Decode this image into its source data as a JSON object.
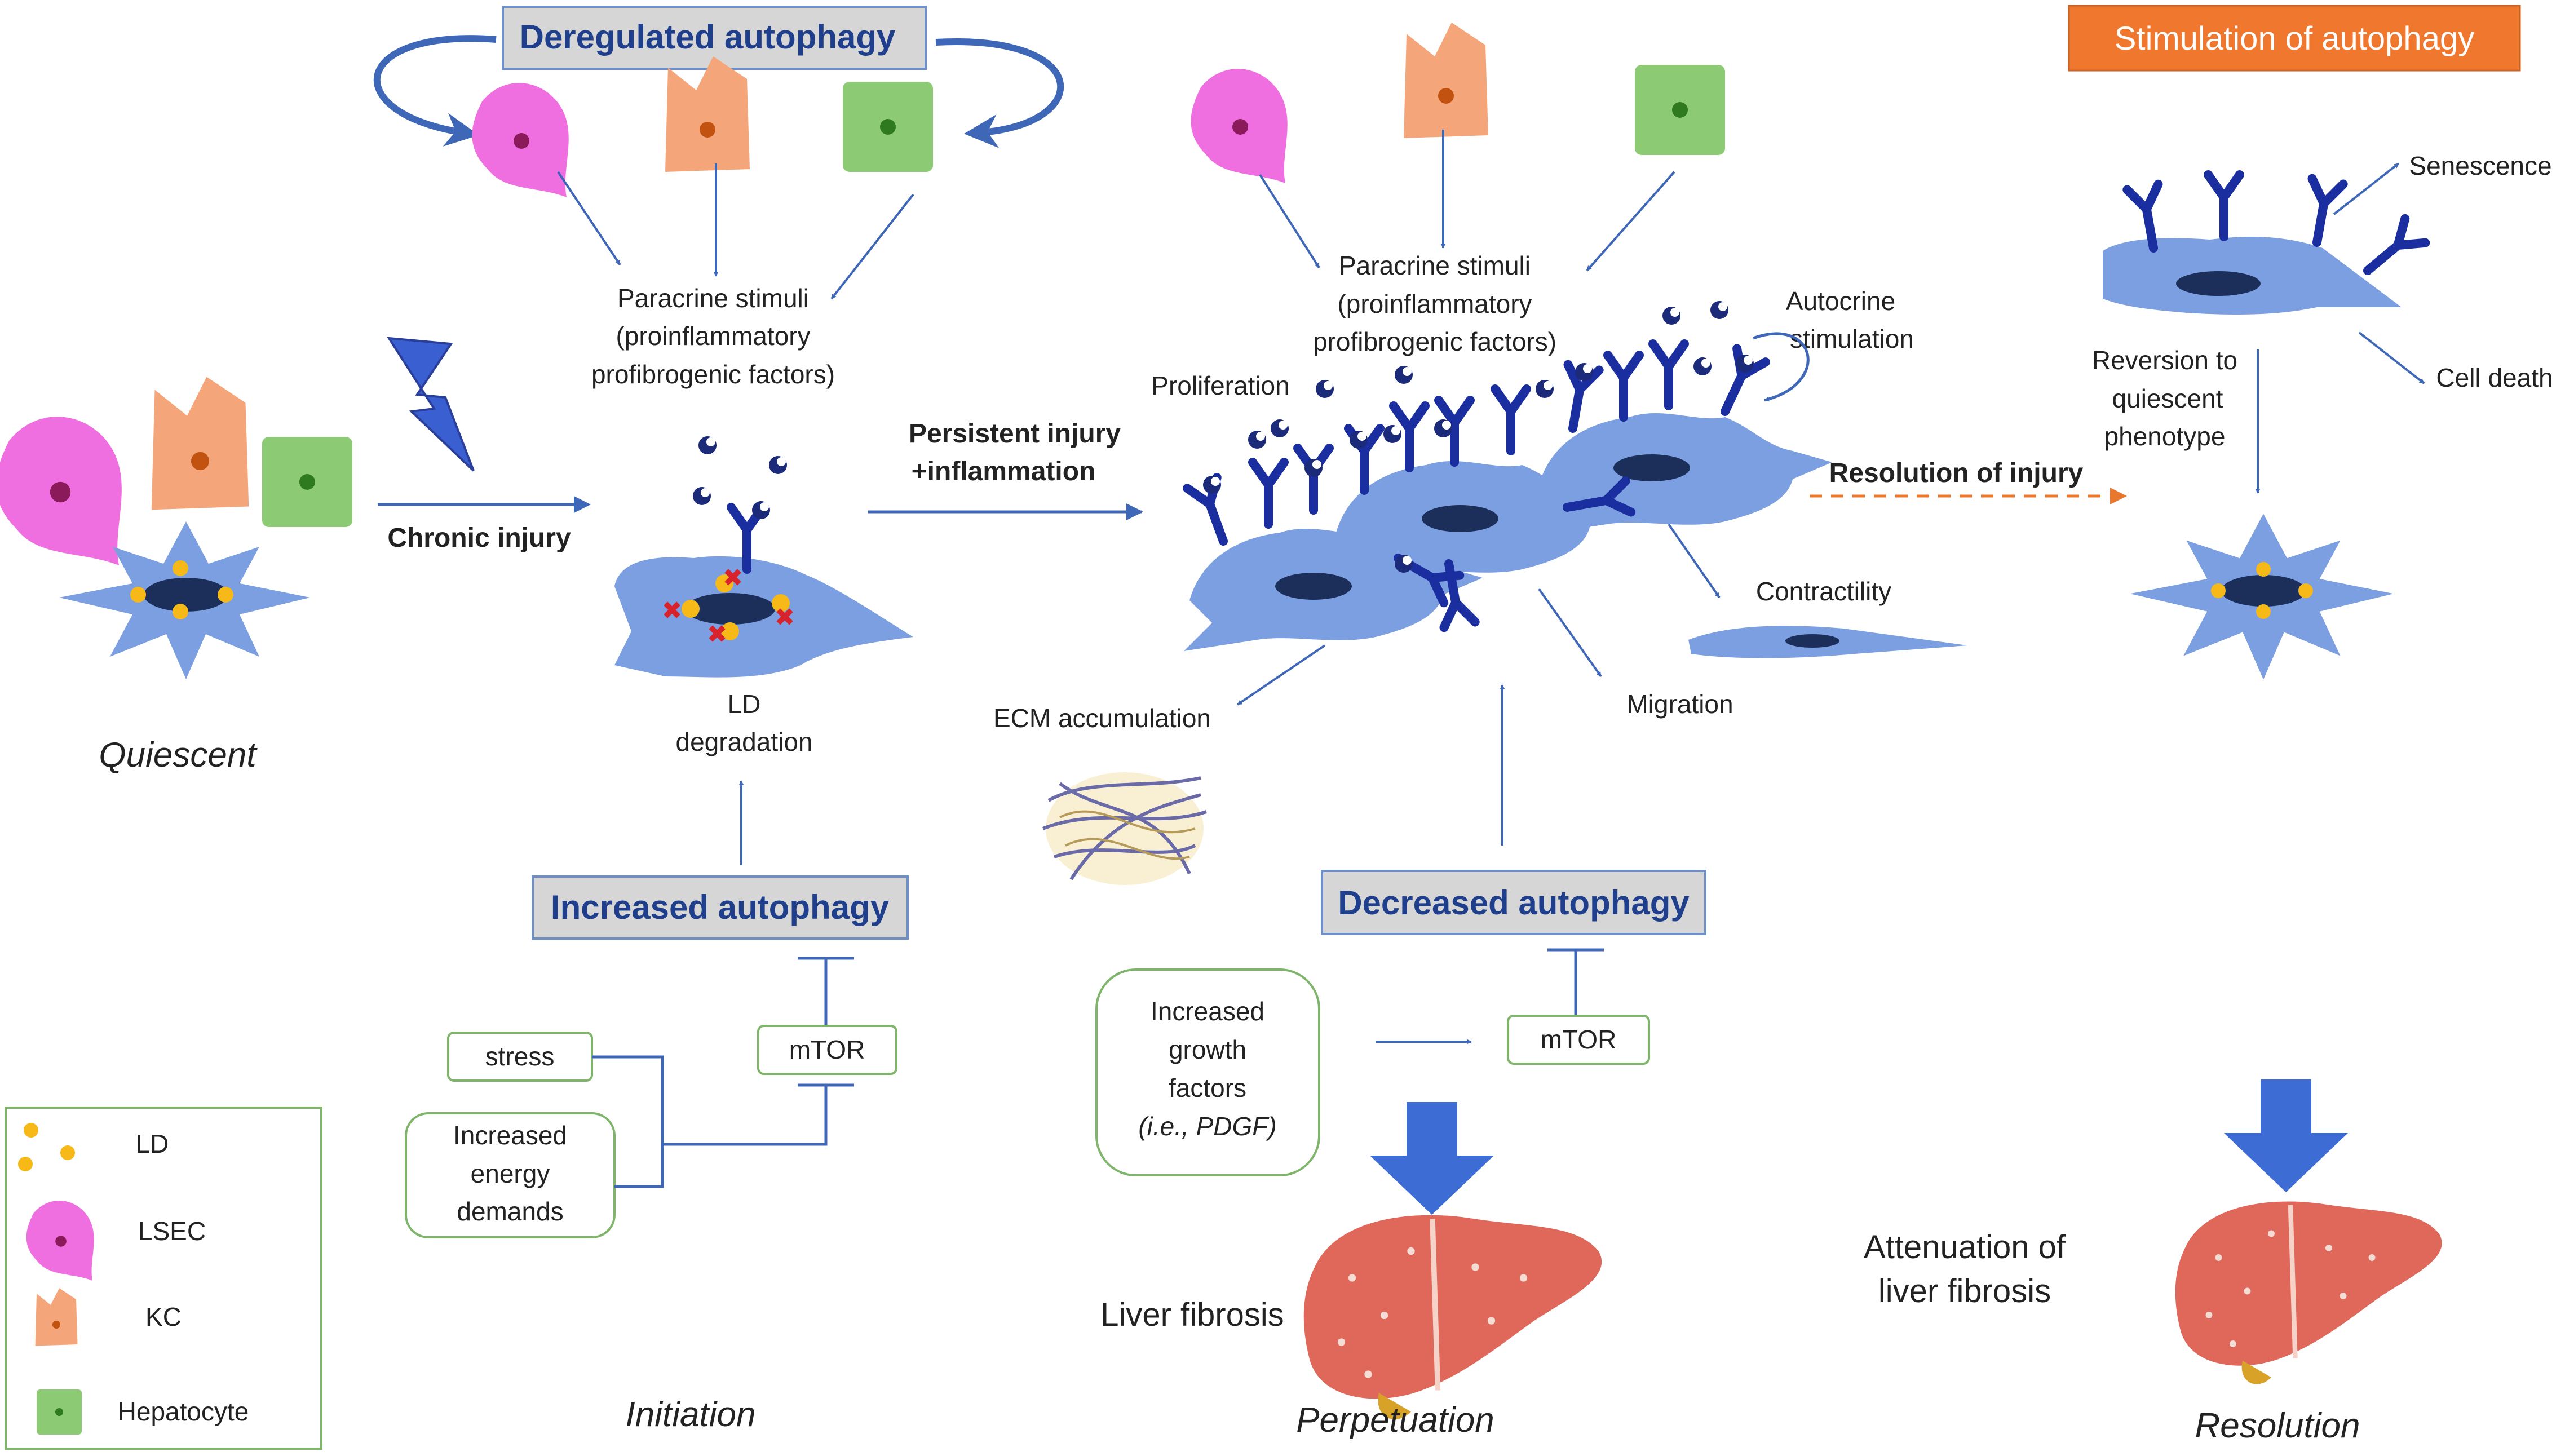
{
  "boxes": {
    "deregulated": "Deregulated autophagy",
    "stimulation": "Stimulation of autophagy",
    "increased": "Increased autophagy",
    "decreased": "Decreased autophagy"
  },
  "labels": {
    "paracrine_left": [
      "Paracrine stimuli",
      "(proinflammatory",
      "profibrogenic factors)"
    ],
    "paracrine_mid": [
      "Paracrine stimuli",
      "(proinflammatory",
      "profibrogenic factors)"
    ],
    "chronic_injury": "Chronic injury",
    "persistent_injury": [
      "Persistent injury",
      "+inflammation"
    ],
    "ld_degradation": [
      "LD",
      "degradation"
    ],
    "proliferation": "Proliferation",
    "autocrine": [
      "Autocrine",
      "stimulation"
    ],
    "resolution_of_injury": "Resolution of injury",
    "contractility": "Contractility",
    "migration": "Migration",
    "ecm": "ECM accumulation",
    "senescence": "Senescence",
    "cell_death": "Cell death",
    "reversion": [
      "Reversion to",
      "quiescent",
      "phenotype"
    ],
    "stress": "stress",
    "energy": [
      "Increased",
      "energy",
      "demands"
    ],
    "mtor_left": "mTOR",
    "mtor_mid": "mTOR",
    "growth": [
      "Increased",
      "growth",
      "factors",
      "(i.e., PDGF)"
    ],
    "liver_fibrosis": "Liver fibrosis",
    "attenuation": [
      "Attenuation of",
      "liver fibrosis"
    ]
  },
  "stages": {
    "quiescent": "Quiescent",
    "initiation": "Initiation",
    "perpetuation": "Perpetuation",
    "resolution": "Resolution"
  },
  "legend": {
    "ld": "LD",
    "lsec": "LSEC",
    "kc": "KC",
    "hepatocyte": "Hepatocyte"
  },
  "colors": {
    "stellate": "#7b9fe0",
    "receptor": "#1a2ea0",
    "nucleus": "#1c2f5a",
    "lsec": "#ef6fe0",
    "kc": "#f4a67a",
    "hepatocyte": "#8ccb74",
    "ld": "#f7b917",
    "box_gray": "#d6d6d6",
    "box_orange": "#f0782e",
    "liver": "#e0685a",
    "arrow": "#3f67b8"
  }
}
